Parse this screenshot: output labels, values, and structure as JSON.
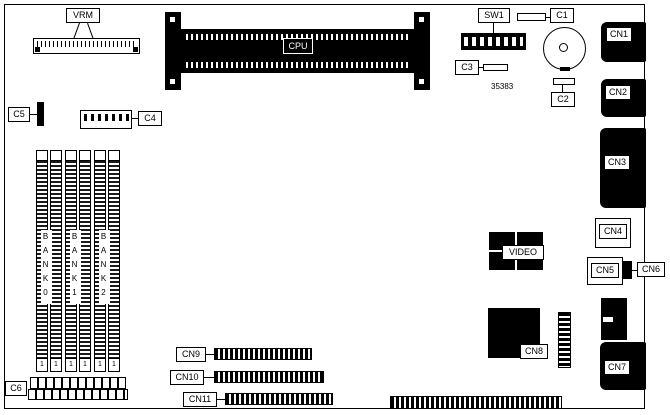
{
  "board": {
    "part_number": "35383",
    "pin1": "1",
    "colors": {
      "ink": "#000000",
      "paper": "#ffffff"
    },
    "labels": {
      "vrm": "VRM",
      "cpu": "CPU",
      "sw1": "SW1",
      "c1": "C1",
      "c2": "C2",
      "c3": "C3",
      "c4": "C4",
      "c5": "C5",
      "c6": "C6",
      "cn1": "CN1",
      "cn2": "CN2",
      "cn3": "CN3",
      "cn4": "CN4",
      "cn5": "CN5",
      "cn6": "CN6",
      "cn7": "CN7",
      "cn8": "CN8",
      "cn9": "CN9",
      "cn10": "CN10",
      "cn11": "CN11",
      "video": "VIDEO",
      "bank0": "BANK0",
      "bank1": "BANK1",
      "bank2": "BANK2"
    }
  }
}
